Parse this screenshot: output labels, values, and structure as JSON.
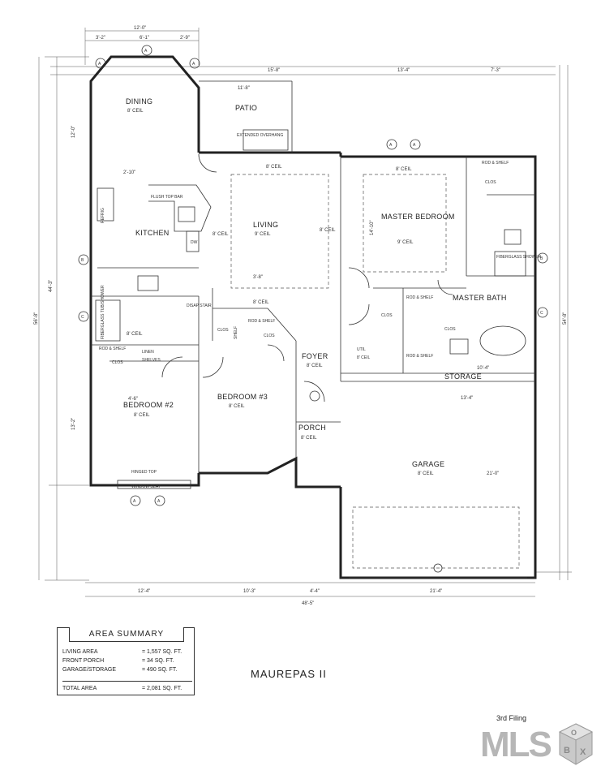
{
  "plan": {
    "name": "MAUREPAS II",
    "filing": "3rd  Filing",
    "rooms": {
      "dining": {
        "label": "DINING",
        "ceil": "8' CEIL"
      },
      "patio": {
        "label": "PATIO"
      },
      "extended_overhang": "EXTENDED OVERHANG",
      "kitchen": {
        "label": "KITCHEN"
      },
      "flush_top_bar": "FLUSH TOP BAR",
      "refrig": "REFRIG",
      "dw": "DW",
      "living": {
        "label": "LIVING",
        "ceil": "9' CEIL"
      },
      "master_bedroom": {
        "label": "MASTER BEDROOM",
        "ceil": "9' CEIL"
      },
      "master_bath": {
        "label": "MASTER BATH"
      },
      "foyer": {
        "label": "FOYER",
        "ceil": "8' CEIL"
      },
      "porch": {
        "label": "PORCH",
        "ceil": "8' CEIL"
      },
      "garage": {
        "label": "GARAGE",
        "ceil": "8' CEIL"
      },
      "storage": {
        "label": "STORAGE"
      },
      "bedroom2": {
        "label": "BEDROOM #2",
        "ceil": "8' CEIL"
      },
      "bedroom3": {
        "label": "BEDROOM #3",
        "ceil": "8' CEIL"
      },
      "util": {
        "label": "UTIL",
        "ceil": "8' CEIL"
      },
      "clos": "CLOS",
      "linen": "LINEN",
      "shelves": "SHELVES",
      "hinged_top": "HINGED TOP",
      "window_seat": "WINDOW SEAT",
      "rod_shelf": "ROD & SHELF",
      "fiberglass_shower": "FIBERGLASS SHOWER",
      "fiberglass_tub_shower": "FIBERGLASS TUB/SHOWER",
      "disap_stair": "DISAP STAIR",
      "shelf": "SHELF",
      "ceil_8": "8' CEIL",
      "ceil_9": "9' CEIL"
    },
    "dimensions": {
      "top_total": "12'-0\"",
      "top_left": "3'-2\"",
      "top_mid": "6'-1\"",
      "top_right": "2'-9\"",
      "top_a": "15'-8\"",
      "top_b": "13'-4\"",
      "top_c": "7'-3\"",
      "patio_w": "11'-8\"",
      "bottom_a": "12'-4\"",
      "bottom_b": "10'-3\"",
      "bottom_c": "4'-4\"",
      "bottom_d": "21'-4\"",
      "bottom_total": "48'-5\"",
      "left_total": "56'-8\"",
      "left_a": "44'-3\"",
      "right_total": "54'-8\"",
      "garage_w": "13'-4\"",
      "garage_d": "21'-0\"",
      "storage_w": "10'-4\"",
      "bed2_w": "4'-6\"",
      "dining_h": "12'-0\"",
      "bed2_h": "13'-2\"",
      "living_w": "3'-8\"",
      "mbr_h": "14'-10\""
    },
    "markers": {
      "a": "A",
      "b": "B",
      "c": "C"
    }
  },
  "area_summary": {
    "title": "AREA SUMMARY",
    "rows": [
      {
        "label": "LIVING AREA",
        "value": "= 1,557 SQ. FT."
      },
      {
        "label": "FRONT PORCH",
        "value": "= 34 SQ. FT."
      },
      {
        "label": "GARAGE/STORAGE",
        "value": "= 490 SQ. FT."
      }
    ],
    "total": {
      "label": "TOTAL AREA",
      "value": "= 2,081 SQ. FT."
    }
  },
  "logo": {
    "text": "MLS",
    "box_letters": "BOX"
  }
}
